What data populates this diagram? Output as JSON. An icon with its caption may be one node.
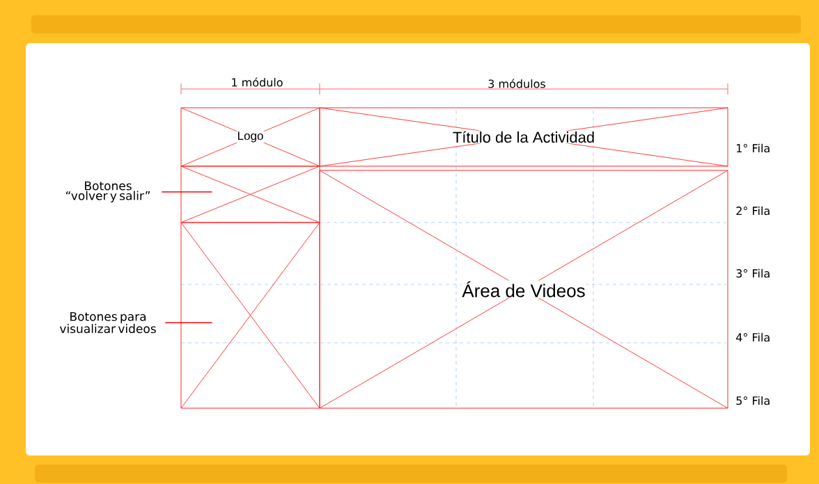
{
  "diagram": {
    "nodes": [
      {
        "text": [
          "Logo"
        ]
      },
      {
        "text": [
          "Título de la Actividad"
        ]
      },
      {
        "text": [],
        "shape": "box"
      },
      {
        "text": [],
        "shape": "box"
      },
      {
        "text": [
          "Área de Videos"
        ]
      },
      {
        "text": [
          "Botones “volver y salir”"
        ]
      },
      {
        "text": [
          "Botones para visualizar videos"
        ]
      }
    ],
    "edges": [
      {
        "from": 5,
        "to": 2,
        "arrow": "none"
      },
      {
        "from": 6,
        "to": 3,
        "arrow": "none"
      }
    ],
    "labels": [
      "1 módulo",
      "3 módulos",
      "1° Fila",
      "2° Fila",
      "3° Fila",
      "4° Fila",
      "5° Fila"
    ]
  }
}
